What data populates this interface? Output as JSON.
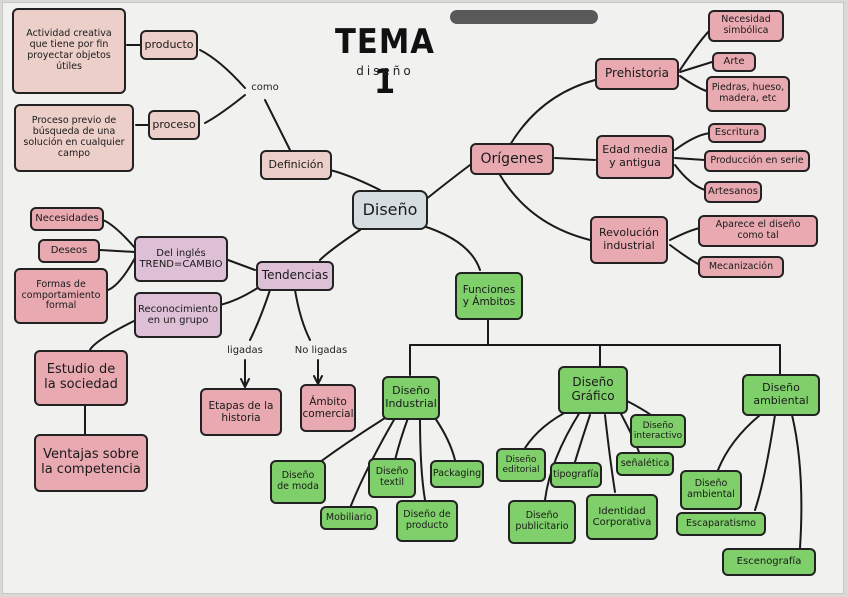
{
  "title": "TEMA 1",
  "subtitle": "diseño",
  "colors": {
    "paper": "#f1f1ef",
    "tan": "#eccfc9",
    "red": "#e8a9b1",
    "mauve": "#ddc0d6",
    "green": "#7fcf6a",
    "center": "#d6dde0"
  },
  "center": "Diseño",
  "definicion": {
    "label": "Definición",
    "connector": "como",
    "producto": "producto",
    "producto_desc": "Actividad creativa que tiene por fin proyectar objetos útiles",
    "proceso": "proceso",
    "proceso_desc": "Proceso previo de búsqueda de una solución en cualquier campo"
  },
  "origenes": {
    "label": "Orígenes",
    "prehistoria": "Prehistoria",
    "prehistoria_items": [
      "Necesidad simbólica",
      "Arte",
      "Piedras, hueso, madera, etc"
    ],
    "edad": "Edad media y antigua",
    "edad_items": [
      "Escritura",
      "Producción en serie",
      "Artesanos"
    ],
    "revolucion": "Revolución industrial",
    "revolucion_items": [
      "Aparece el diseño como tal",
      "Mecanización"
    ]
  },
  "tendencias": {
    "label": "Tendencias",
    "ingles": "Del inglés TREND=CAMBIO",
    "ingles_items": [
      "Necesidades",
      "Deseos",
      "Formas de comportamiento formal"
    ],
    "reconocimiento": "Reconocimiento en un grupo",
    "estudio": "Estudio de la sociedad",
    "ventajas": "Ventajas sobre la competencia",
    "ligadas": "ligadas",
    "no_ligadas": "No ligadas",
    "etapas": "Etapas de la historia",
    "ambito": "Ámbito comercial"
  },
  "funciones": {
    "label": "Funciones y Ámbitos",
    "industrial": "Diseño Industrial",
    "industrial_items": [
      "Diseño de moda",
      "Mobiliario",
      "Diseño textil",
      "Diseño de producto",
      "Packaging"
    ],
    "grafico": "Diseño Gráfico",
    "grafico_items": [
      "Diseño editorial",
      "Diseño publicitario",
      "tipografía",
      "Identidad Corporativa",
      "señalética",
      "Diseño interactivo"
    ],
    "ambiental": "Diseño ambiental",
    "ambiental_items": [
      "Diseño ambiental",
      "Escaparatismo",
      "Escenografía"
    ]
  }
}
